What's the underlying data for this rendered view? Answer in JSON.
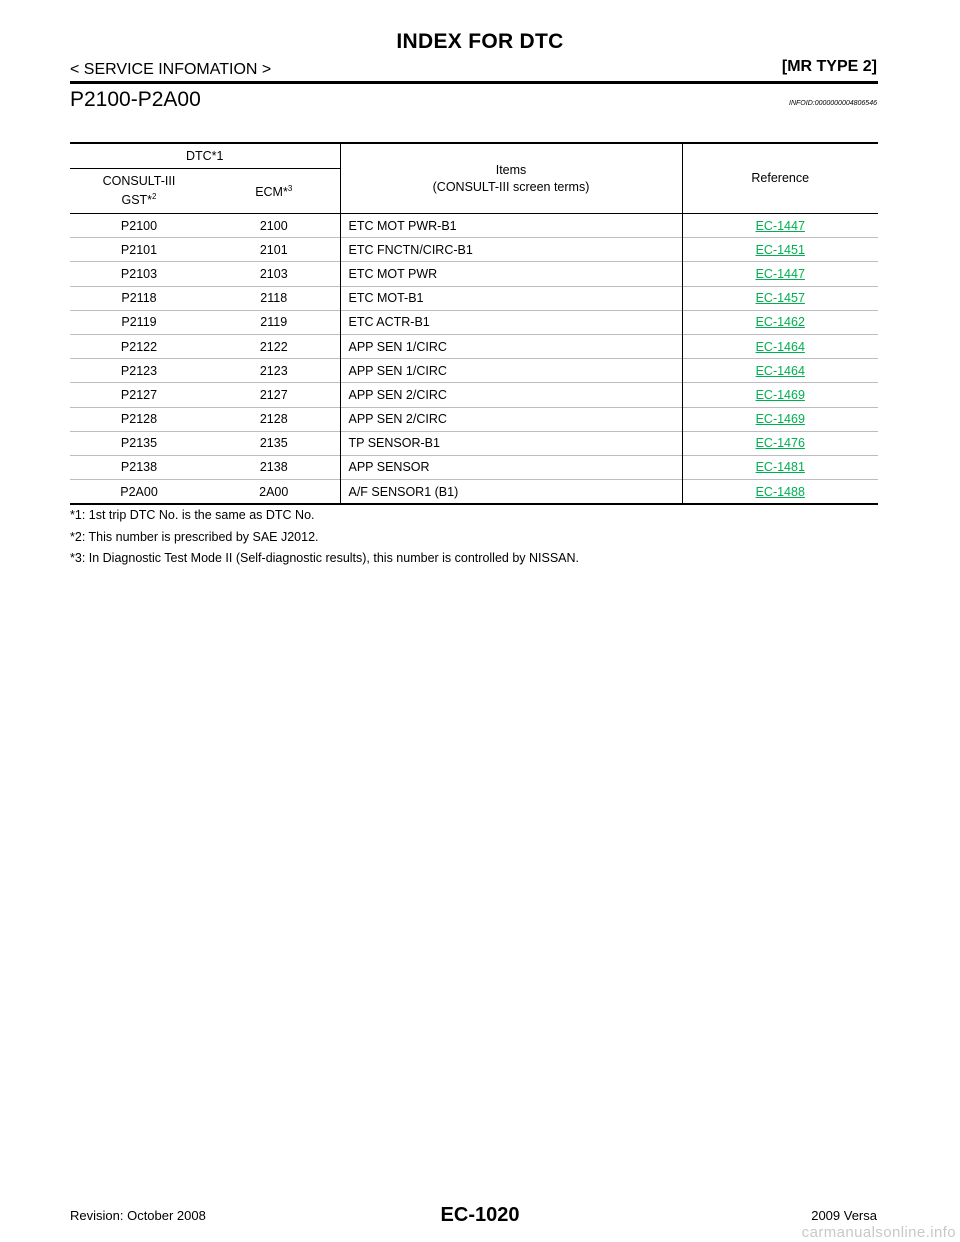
{
  "header": {
    "page_title": "INDEX FOR DTC",
    "left": "< SERVICE INFOMATION >",
    "right": "[MR TYPE 2]"
  },
  "section": {
    "title": "P2100-P2A00",
    "info_id": "INFOID:0000000004806546"
  },
  "table": {
    "group_header": "DTC*1",
    "items_header_line1": "Items",
    "items_header_line2": "(CONSULT-III screen terms)",
    "reference_header": "Reference",
    "gst_header_line1": "CONSULT-III",
    "gst_header_line2": "GST*",
    "gst_header_sup": "2",
    "ecm_header": "ECM*",
    "ecm_header_sup": "3",
    "rows": [
      {
        "gst": "P2100",
        "ecm": "2100",
        "item": "ETC MOT PWR-B1",
        "ref": "EC-1447"
      },
      {
        "gst": "P2101",
        "ecm": "2101",
        "item": "ETC FNCTN/CIRC-B1",
        "ref": "EC-1451"
      },
      {
        "gst": "P2103",
        "ecm": "2103",
        "item": "ETC MOT PWR",
        "ref": "EC-1447"
      },
      {
        "gst": "P2118",
        "ecm": "2118",
        "item": "ETC MOT-B1",
        "ref": "EC-1457"
      },
      {
        "gst": "P2119",
        "ecm": "2119",
        "item": "ETC ACTR-B1",
        "ref": "EC-1462"
      },
      {
        "gst": "P2122",
        "ecm": "2122",
        "item": "APP SEN 1/CIRC",
        "ref": "EC-1464"
      },
      {
        "gst": "P2123",
        "ecm": "2123",
        "item": "APP SEN 1/CIRC",
        "ref": "EC-1464"
      },
      {
        "gst": "P2127",
        "ecm": "2127",
        "item": "APP SEN 2/CIRC",
        "ref": "EC-1469"
      },
      {
        "gst": "P2128",
        "ecm": "2128",
        "item": "APP SEN 2/CIRC",
        "ref": "EC-1469"
      },
      {
        "gst": "P2135",
        "ecm": "2135",
        "item": "TP SENSOR-B1",
        "ref": "EC-1476"
      },
      {
        "gst": "P2138",
        "ecm": "2138",
        "item": "APP SENSOR",
        "ref": "EC-1481"
      },
      {
        "gst": "P2A00",
        "ecm": "2A00",
        "item": "A/F SENSOR1 (B1)",
        "ref": "EC-1488"
      }
    ]
  },
  "footnotes": [
    "*1: 1st trip DTC No. is the same as DTC No.",
    "*2: This number is prescribed by SAE J2012.",
    "*3: In Diagnostic Test Mode II (Self-diagnostic results), this number is controlled by NISSAN."
  ],
  "footer": {
    "revision": "Revision: October 2008",
    "page_number": "EC-1020",
    "model": "2009 Versa"
  },
  "watermark": "carmanualsonline.info",
  "colors": {
    "link": "#00b050",
    "row_divider": "#bdbdbd",
    "watermark": "#c8c8c8"
  }
}
